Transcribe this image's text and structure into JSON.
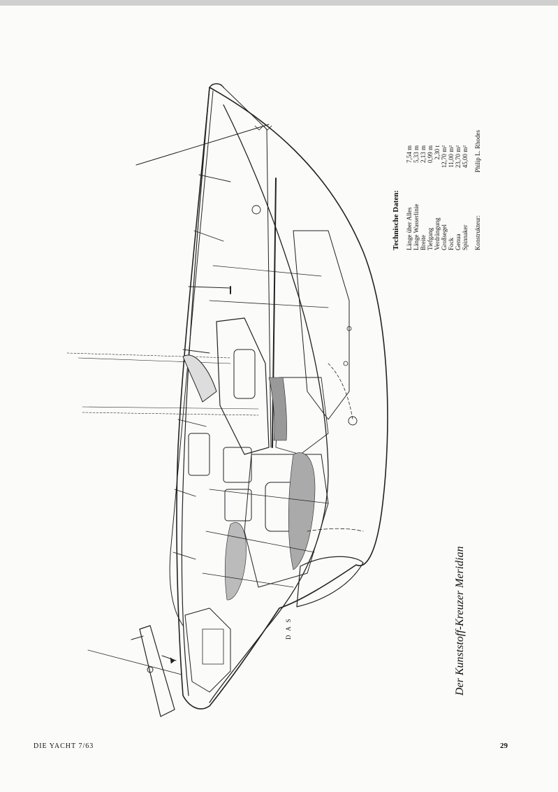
{
  "caption": "Der Kunststoff-Kreuzer Meridian",
  "artist_initials": "D A S",
  "specs": {
    "title": "Technische Daten:",
    "rows": [
      {
        "label": "Länge über Alles",
        "value": "7,54 m"
      },
      {
        "label": "Länge Wasserlinie",
        "value": "5,33 m"
      },
      {
        "label": "Breite",
        "value": "2,13 m"
      },
      {
        "label": "Tiefgang",
        "value": "0,99 m"
      },
      {
        "label": "Verdrängung",
        "value": "2,30 t"
      },
      {
        "label": "Großsegel",
        "value": "12,70 m²"
      },
      {
        "label": "Fock",
        "value": "11,00 m²"
      },
      {
        "label": "Genua",
        "value": "23,70 m²"
      },
      {
        "label": "Spinnaker",
        "value": "45,00 m²"
      }
    ],
    "designer_label": "Konstrukteur:",
    "designer_name": "Philip L. Rhodes"
  },
  "footer": {
    "magazine": "DIE YACHT 7/63",
    "page_number": "29"
  }
}
